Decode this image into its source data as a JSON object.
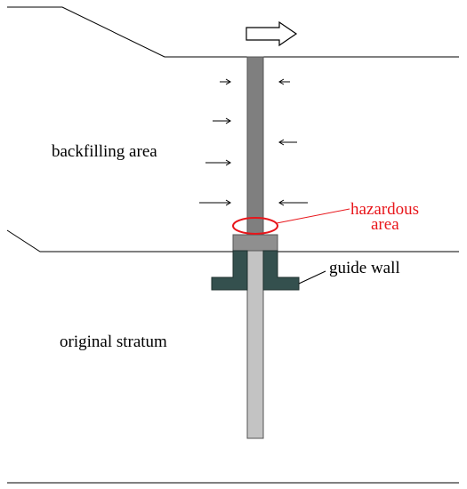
{
  "labels": {
    "backfilling_area": "backfilling area",
    "hazardous_line1": "hazardous",
    "hazardous_line2": "area",
    "guide_wall": "guide wall",
    "original_stratum": "original stratum"
  },
  "colors": {
    "hazard": "#e8161b",
    "upper_pile": "#7f7f7f",
    "lower_pile": "#c3c3c3",
    "pile_cap": "#8f8f8f",
    "guide_wall": "#34504e",
    "lines": "#000000"
  }
}
